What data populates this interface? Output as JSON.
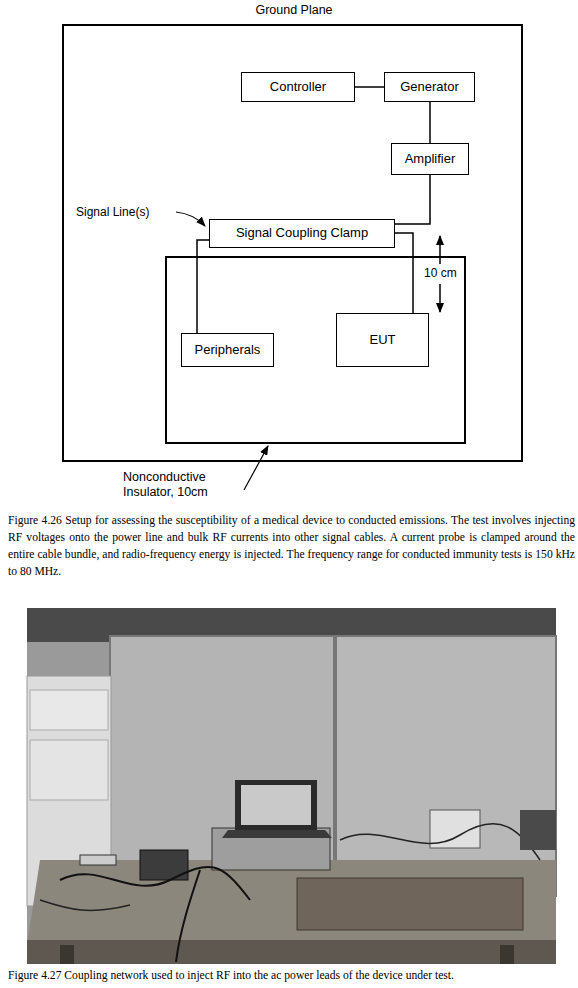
{
  "diagram": {
    "caption": "Figure 4.26 Setup for assessing the susceptibility of a medical device to conducted emissions. The test involves injecting RF voltages onto the power line and bulk RF currents into other signal cables. A current probe is clamped around the entire cable bundle, and radio-frequency energy is injected. The frequency range for conducted immunity tests is 150 kHz to 80 MHz.",
    "nodes": [
      {
        "text": [
          "Ground Plane"
        ]
      },
      {
        "text": [
          "Controller"
        ],
        "in": 0
      },
      {
        "text": [
          "Generator"
        ],
        "in": 0
      },
      {
        "text": [
          "Amplifier"
        ],
        "in": 0
      },
      {
        "text": [
          "Signal Coupling Clamp"
        ],
        "in": 0
      },
      {
        "text": [
          "Nonconductive Insulator, 10cm"
        ],
        "in": 0
      },
      {
        "text": [
          "Peripherals"
        ],
        "in": 5
      },
      {
        "text": [
          "EUT"
        ],
        "in": 5
      }
    ],
    "edges": [
      {
        "from": 1,
        "to": 2,
        "arrow": "none"
      },
      {
        "from": 2,
        "to": 3,
        "arrow": "none"
      },
      {
        "from": 3,
        "to": 4,
        "arrow": "none"
      },
      {
        "from": 4,
        "to": 7,
        "arrow": "none"
      },
      {
        "from": 6,
        "to": 4,
        "arrow": "none"
      }
    ],
    "labels": [
      "Signal Line(s)",
      "10 cm",
      "Figure 4.27 Coupling network used to inject RF into the ac power leads of the device under test."
    ]
  }
}
